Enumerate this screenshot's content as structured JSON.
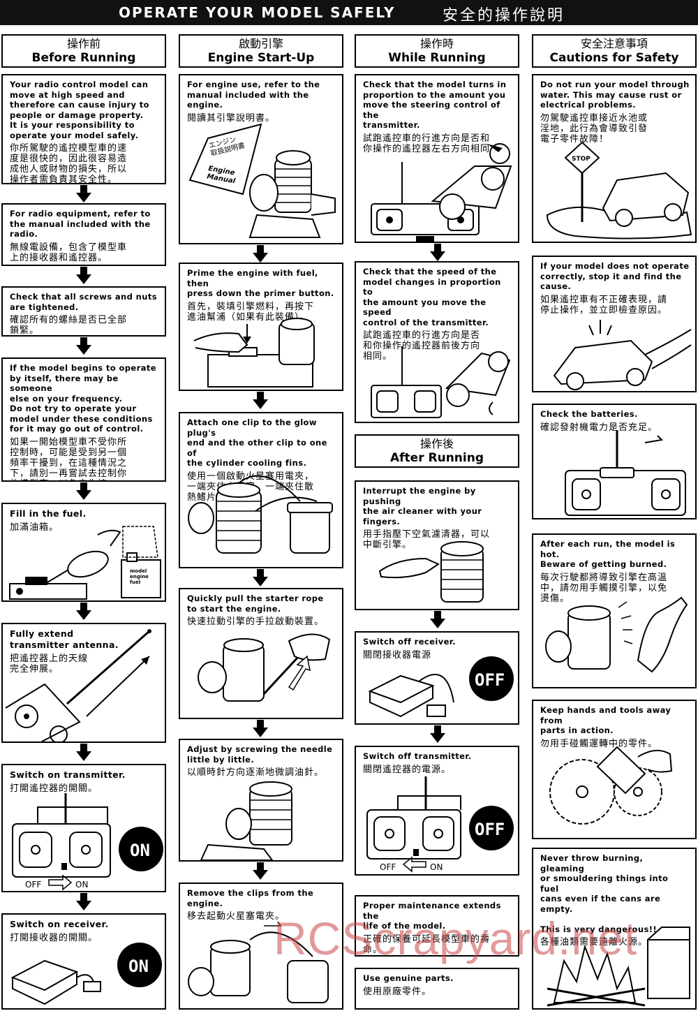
{
  "banner": {
    "en": "OPERATE YOUR MODEL SAFELY",
    "zh": "安全的操作說明"
  },
  "headers": {
    "before": {
      "zh": "操作前",
      "en": "Before Running"
    },
    "startup": {
      "zh": "啟動引擎",
      "en": "Engine Start-Up"
    },
    "while": {
      "zh": "操作時",
      "en": "While Running"
    },
    "cautions": {
      "zh": "安全注意事項",
      "en": "Cautions for Safety"
    },
    "after": {
      "zh": "操作後",
      "en": "After Running"
    }
  },
  "before": [
    {
      "en": "Your radio control model can\nmove at high speed and\ntherefore can cause injury to\npeople or damage property.\nIt is your responsibility to\noperate your model safely.",
      "zh": "你所駕駛的遙控模型車的速\n度是很快的，因此很容易造\n成他人或財物的損失，所以\n操作者需負責其安全性。"
    },
    {
      "en": "For radio equipment, refer to\nthe manual included with the\nradio.",
      "zh": "無線電設備，包含了模型車\n上的接收器和遙控器。"
    },
    {
      "en": "Check that all screws and nuts\nare tightened.",
      "zh": "確認所有的螺絲是否已全部\n鎖緊。"
    },
    {
      "en": "If the model begins to operate\nby itself, there may be someone\nelse on your frequency.\nDo not try to operate your\nmodel under these conditions\nfor it may go out of control.",
      "zh": "如果一開始模型車不受你所\n控制時，可能是受到另一個\n頻率干擾到，在這種情況之\n下，請別一再嘗試去控制你\n的模型車，以免它失控。"
    },
    {
      "en": "Fill in the fuel.",
      "zh": "加滿油箱。"
    },
    {
      "en": "Fully extend\ntransmitter antenna.",
      "zh": "把遙控器上的天線\n完全伸展。"
    },
    {
      "en": "Switch on transmitter.",
      "zh": "打開遙控器的開關。"
    },
    {
      "en": "Switch on receiver.",
      "zh": "打開接收器的開關。"
    }
  ],
  "startup": [
    {
      "en": "For engine use, refer to the\nmanual included with the engine.",
      "zh": "閱讀其引擎說明書。"
    },
    {
      "en": "Prime the engine with fuel, then\npress down the primer button.",
      "zh": "首先，裝填引擎燃料，再按下\n進油幫浦（如果有此裝備）。"
    },
    {
      "en": "Attach one clip to the glow plug's\nend and the other clip to one of\nthe cylinder cooling fins.",
      "zh": "使用一個啟動火星塞用電夾，\n一端夾住火星塞，一端夾住散\n熱鰭片。"
    },
    {
      "en": "Quickly pull the starter rope\nto start the engine.",
      "zh": "快速拉動引擎的手拉啟動裝置。"
    },
    {
      "en": "Adjust by screwing the needle\nlittle by little.",
      "zh": "以順時針方向逐漸地微調油針。"
    },
    {
      "en": "Remove the clips from the engine.",
      "zh": "移去起動火星塞電夾。"
    }
  ],
  "while": [
    {
      "en": "Check that the model turns in\nproportion to the amount you\nmove the steering control of the\ntransmitter.",
      "zh": "試跑遙控車的行進方向是否和\n你操作的遙控器左右方向相同。"
    },
    {
      "en": "Check that the speed of the\nmodel changes in proportion to\nthe amount you move the speed\ncontrol of the transmitter.",
      "zh": "試跑遙控車的行進方向是否\n和你操作的遙控器前後方向\n相同。"
    }
  ],
  "after": [
    {
      "en": "Interrupt the engine by pushing\nthe air cleaner with your fingers.",
      "zh": "用手指壓下空氣濾清器，可以\n中斷引擎。"
    },
    {
      "en": "Switch off receiver.",
      "zh": "關閉接收器電源"
    },
    {
      "en": "Switch off transmitter.",
      "zh": "關閉遙控器的電源。"
    },
    {
      "en": "Proper maintenance extends the\nlife of the model.",
      "zh": "正確的保養可延長模型車的壽\n命。"
    },
    {
      "en": "Use genuine parts.",
      "zh": "使用原廠零件。"
    }
  ],
  "cautions": [
    {
      "en": "Do not run your model through\nwater. This may cause rust or\nelectrical problems.",
      "zh": "勿駕駛遙控車接近水池或\n淫地，此行為會導致引發\n電子零件故障！"
    },
    {
      "en": "If your model does not operate\ncorrectly, stop it and find the\ncause.",
      "zh": "如果遙控車有不正確表現，請\n停止操作，並立即檢查原因。"
    },
    {
      "en": "Check the batteries.",
      "zh": "確認發射機電力是否充足。"
    },
    {
      "en": "After each run, the model is hot.\nBeware of getting burned.",
      "zh": "每次行駛都將導致引擎在高溫\n中，請勿用手觸摸引擎，以免\n燙傷。"
    },
    {
      "en": "Keep hands and tools away from\nparts in action.",
      "zh": "勿用手碰觸運轉中的零件。"
    },
    {
      "en": "Never throw burning, gleaming\nor smouldering things into fuel\ncans even if the cans are empty.\n\nThis is very dangerous!!",
      "zh": "各種油類需要遠離火源。"
    }
  ],
  "labels": {
    "on": "ON",
    "off": "OFF",
    "stop": "STOP",
    "manual_jp": "エンジン\n取扱説明書",
    "engine_manual": "Engine\nManual",
    "fuel_can": "model\nengine\nfuel",
    "watermark": "RCScrapyard.net"
  }
}
